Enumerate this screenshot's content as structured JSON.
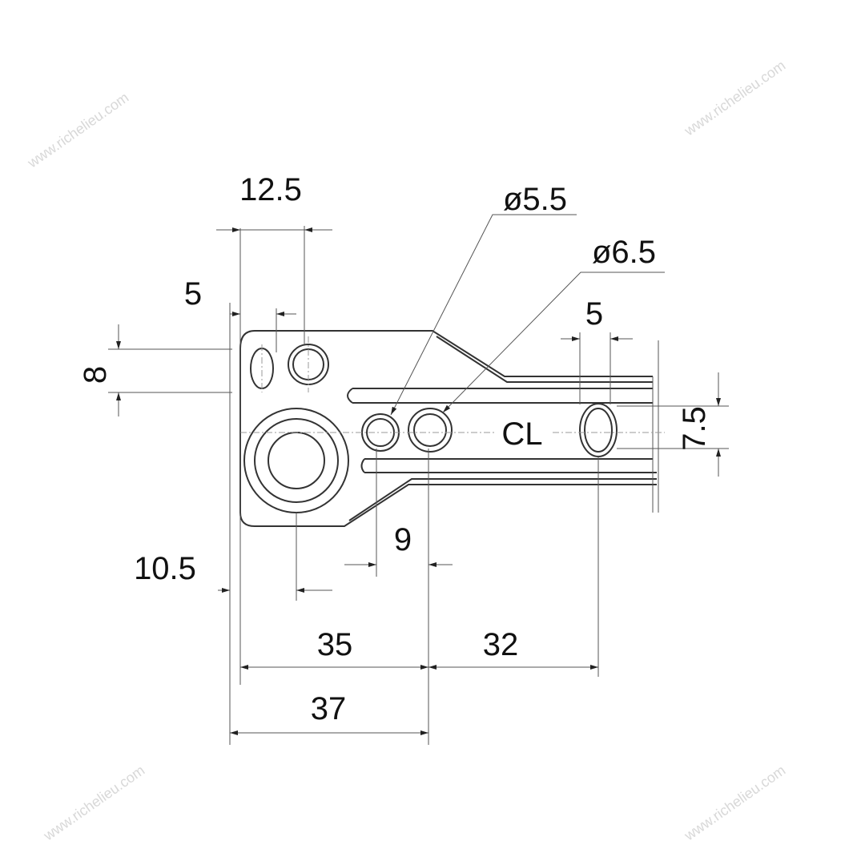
{
  "watermark": "www.richelieu.com",
  "dimensions": {
    "width_top": "12.5",
    "slot_offset": "5",
    "slot_height": "8",
    "hole_small_diameter": "ø5.5",
    "hole_large_diameter": "ø6.5",
    "oval_width": "5",
    "centerline": "CL",
    "oval_height": "7.5",
    "hole_spacing": "9",
    "bottom_offset": "10.5",
    "dist_35": "35",
    "dist_32": "32",
    "dist_37": "37"
  }
}
